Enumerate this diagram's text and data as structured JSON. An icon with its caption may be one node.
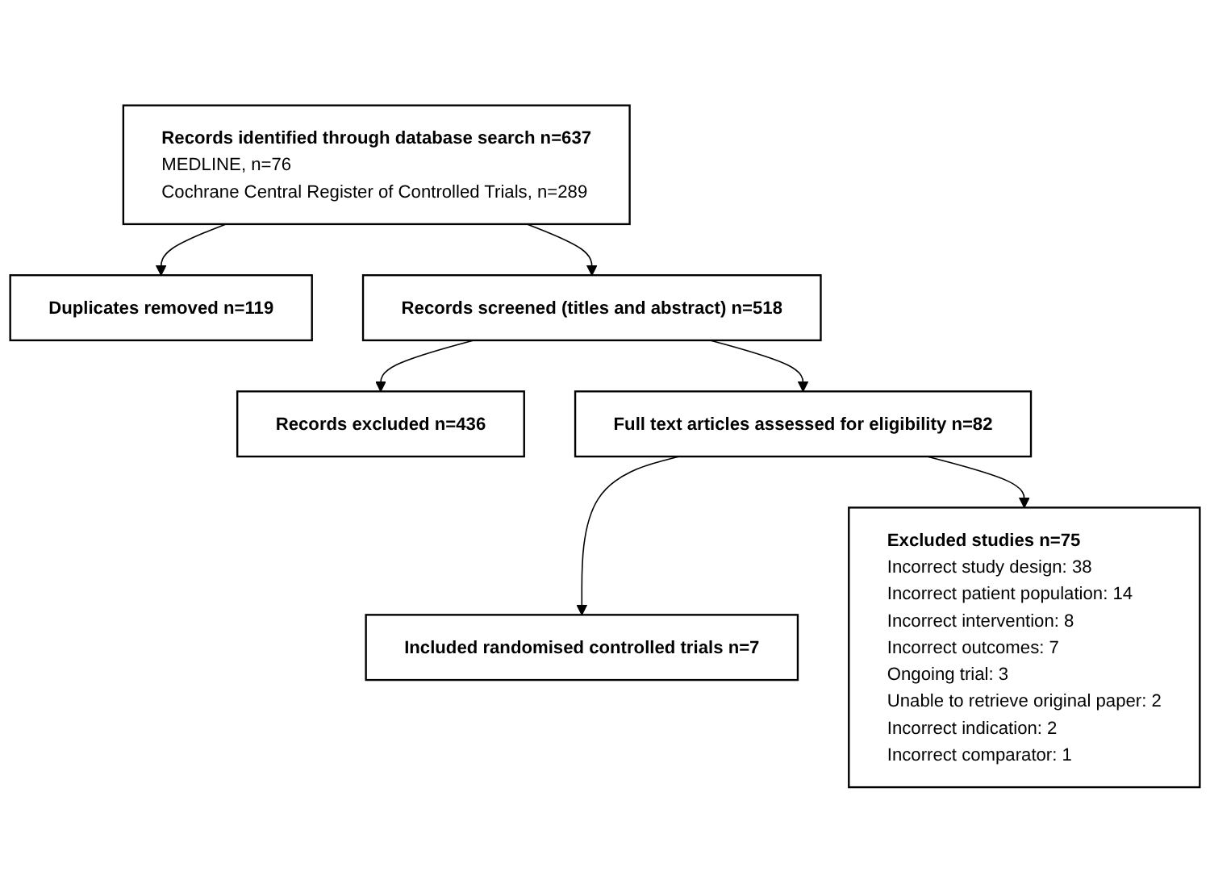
{
  "diagram": {
    "nodes": [
      {
        "text": [
          "Records identified through database search n=637",
          "MEDLINE, n=76",
          "Cochrane Central Register of Controlled Trials, n=289"
        ]
      },
      {
        "text": [
          "Duplicates removed n=119"
        ]
      },
      {
        "text": [
          "Records screened (titles and abstract) n=518"
        ]
      },
      {
        "text": [
          "Records excluded n=436"
        ]
      },
      {
        "text": [
          "Full text articles assessed for eligibility n=82"
        ]
      },
      {
        "text": [
          "Excluded studies n=75",
          "Incorrect study design: 38",
          "Incorrect patient population: 14",
          "Incorrect intervention: 8",
          "Incorrect outcomes: 7",
          "Ongoing trial: 3",
          "Unable to retrieve original paper: 2",
          "Incorrect indication: 2",
          "Incorrect comparator: 1"
        ]
      },
      {
        "text": [
          "Included randomised controlled trials n=7"
        ]
      }
    ],
    "edges": [
      {
        "from": 0,
        "to": 2,
        "arrow": "to"
      },
      {
        "from": 0,
        "to": 1,
        "arrow": "to"
      },
      {
        "from": 2,
        "to": 4,
        "arrow": "to"
      },
      {
        "from": 2,
        "to": 3,
        "arrow": "to"
      },
      {
        "from": 4,
        "to": 6,
        "arrow": "to"
      },
      {
        "from": 4,
        "to": 5,
        "arrow": "to"
      }
    ]
  }
}
